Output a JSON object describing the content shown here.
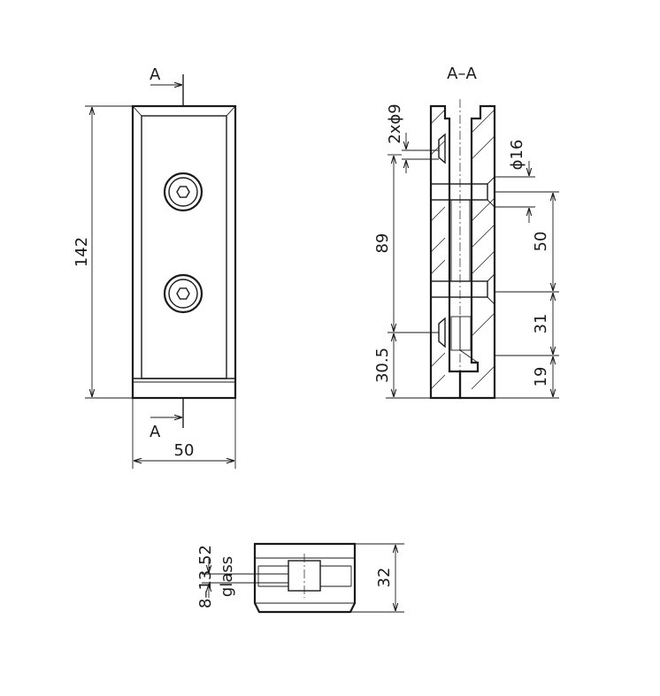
{
  "front_view": {
    "height_label": "142",
    "width_label": "50",
    "section_mark_top": "A",
    "section_mark_bottom": "A"
  },
  "section_view": {
    "title": "A–A",
    "holes_label": "2xϕ9",
    "diameter_label": "ϕ16",
    "dim_89": "89",
    "dim_30_5": "30.5",
    "dim_50": "50",
    "dim_31": "31",
    "dim_19": "19"
  },
  "bottom_view": {
    "glass_range_label": "8–13.52",
    "glass_label": "glass",
    "height_label": "32"
  }
}
